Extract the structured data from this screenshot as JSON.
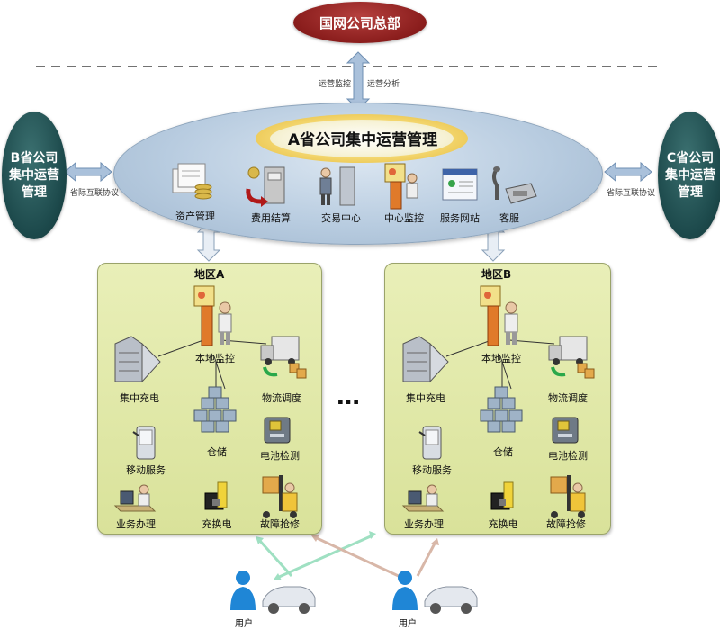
{
  "hq": {
    "label": "国网公司总部"
  },
  "monitor_labels": {
    "left": "运营监控",
    "right": "运营分析"
  },
  "center": {
    "title": "A省公司集中运营管理",
    "modules": [
      "资产管理",
      "费用结算",
      "交易中心",
      "中心监控",
      "服务网站",
      "客服"
    ]
  },
  "provinces": {
    "b": "B省公司集中运营管理",
    "c": "C省公司集中运营管理",
    "protocol_left": "省际互联协议",
    "protocol_right": "省际互联协议"
  },
  "regions": [
    {
      "title": "地区A",
      "items": {
        "local_monitor": "本地监控",
        "central_charging": "集中充电",
        "logistics": "物流调度",
        "storage": "仓储",
        "mobile_service": "移动服务",
        "battery_test": "电池检测",
        "business": "业务办理",
        "battery_swap": "充换电",
        "repair": "故障抢修"
      }
    },
    {
      "title": "地区B",
      "items": {
        "local_monitor": "本地监控",
        "central_charging": "集中充电",
        "logistics": "物流调度",
        "storage": "仓储",
        "mobile_service": "移动服务",
        "battery_test": "电池检测",
        "business": "业务办理",
        "battery_swap": "充换电",
        "repair": "故障抢修"
      }
    }
  ],
  "ellipsis": "…",
  "users": [
    "用户",
    "用户"
  ],
  "colors": {
    "hq": "#8a1d1c",
    "center_ellipse": "#b8cce0",
    "side_provinces": "#1d4a4c",
    "region_bg": "#e0e8a8",
    "arrow_fill": "#c9d9ea",
    "user_blue": "#1f86d6"
  }
}
